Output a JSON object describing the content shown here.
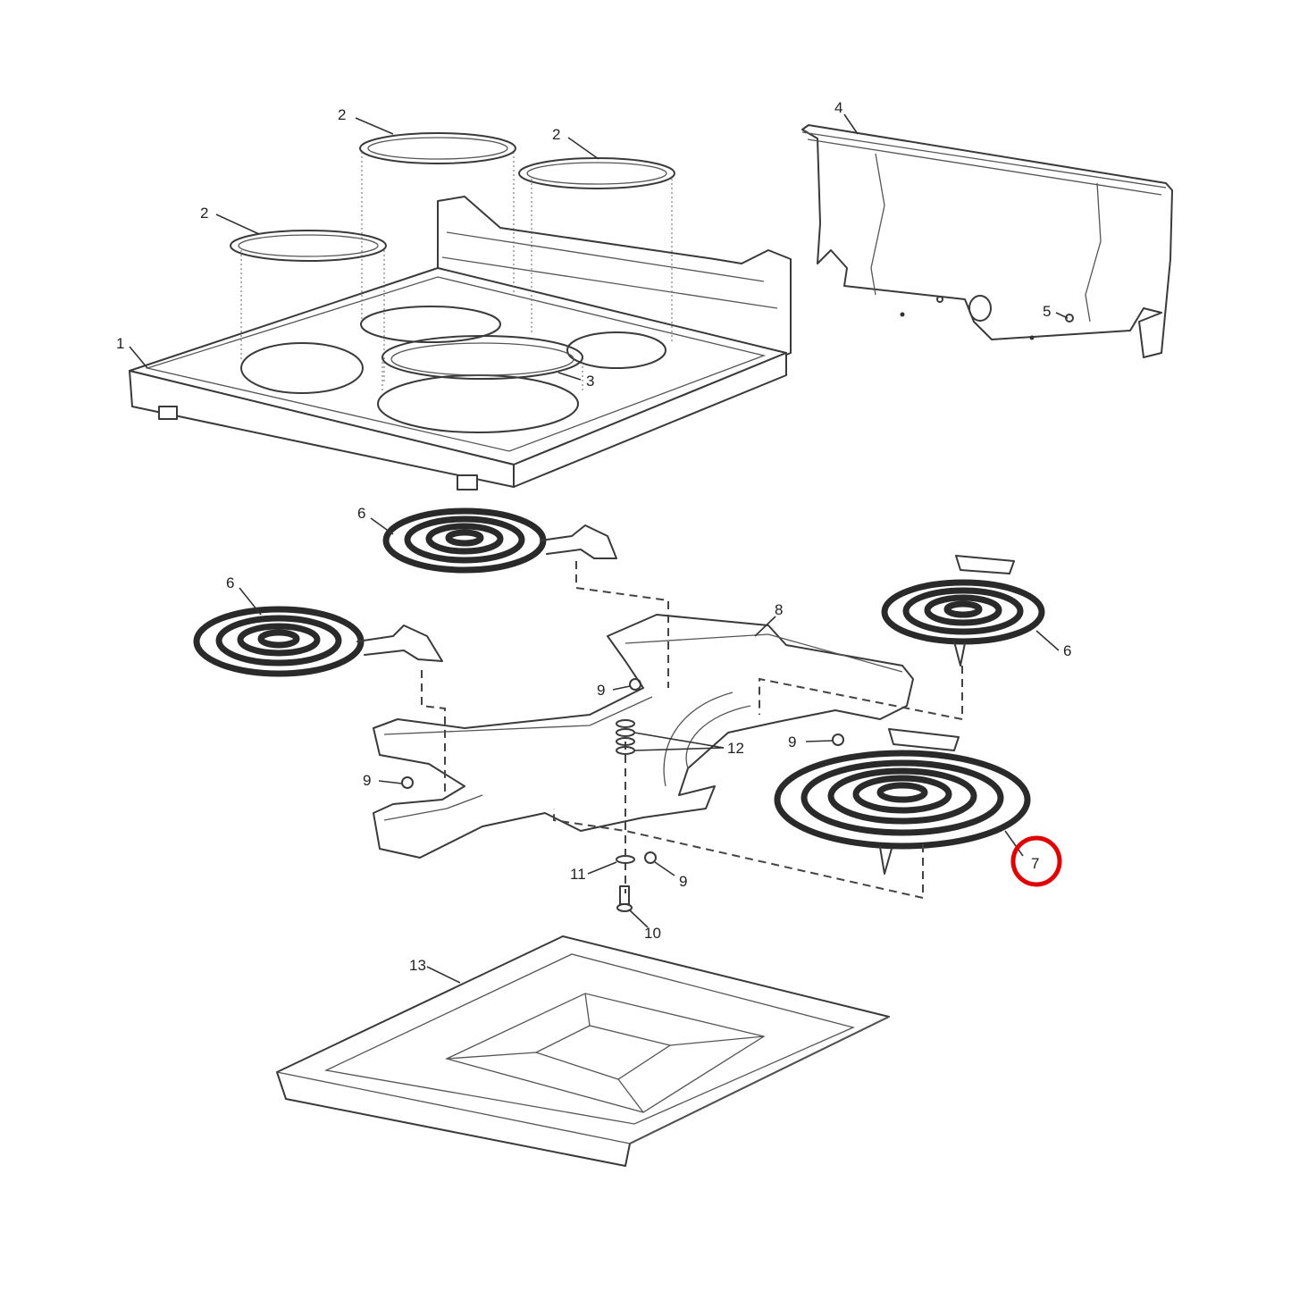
{
  "diagram": {
    "callouts": {
      "c1": "1",
      "c2a": "2",
      "c2b": "2",
      "c2c": "2",
      "c3": "3",
      "c4": "4",
      "c5": "5",
      "c6a": "6",
      "c6b": "6",
      "c6c": "6",
      "c7": "7",
      "c8": "8",
      "c9a": "9",
      "c9b": "9",
      "c9c": "9",
      "c9d": "9",
      "c10": "10",
      "c11": "11",
      "c12": "12",
      "c13": "13"
    },
    "highlight": {
      "callout": "7",
      "color": "#e00000"
    }
  }
}
